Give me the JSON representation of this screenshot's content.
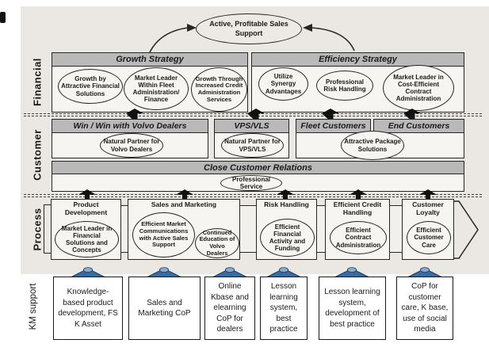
{
  "perspectives": {
    "financial": "Financial",
    "customer": "Customer",
    "process": "Process",
    "km": "KM support"
  },
  "goal": {
    "label": "Active, Profitable Sales Support"
  },
  "financial": {
    "growth": {
      "title": "Growth Strategy",
      "items": [
        "Growth by Attractive Financial Solutions",
        "Market Leader Within Fleet Administration/ Finance",
        "Growth Through Increased Credit Administration Services"
      ]
    },
    "efficiency": {
      "title": "Efficiency Strategy",
      "items": [
        "Utilize Synergy Advantages",
        "Professional Risk Handling",
        "Market Leader in Cost-Efficient Contract Administration"
      ]
    }
  },
  "customer": {
    "segments": [
      {
        "title": "Win / Win with Volvo Dealers",
        "item": "Natural Partner for Volvo Dealers"
      },
      {
        "title": "VPS/VLS",
        "item": "Natural Partner for VPS/VLS"
      },
      {
        "title": "Fleet Customers"
      },
      {
        "title": "End Customers"
      }
    ],
    "shared_item": "Attractive Package Solutions",
    "relations": {
      "title": "Close Customer Relations",
      "item": "Professional Service"
    }
  },
  "process": {
    "steps": [
      {
        "title": "Product Development",
        "items": [
          "Market Leader in Financial Solutions and Concepts"
        ]
      },
      {
        "title": "Sales and Marketing",
        "items": [
          "Efficient Market Communications with Active Sales Support",
          "Continued Education of Volvo Dealers"
        ]
      },
      {
        "title": "Risk Handling",
        "items": [
          "Efficient Financial Activity and Funding"
        ]
      },
      {
        "title": "Efficient Credit Handling",
        "items": [
          "Efficient Contract Administration"
        ]
      },
      {
        "title": "Customer Loyalty",
        "items": [
          "Efficient Customer Care"
        ]
      }
    ]
  },
  "km_support": {
    "items": [
      "Knowledge-based product development, FS K Asset",
      "Sales and Marketing CoP",
      "Online Kbase and elearning CoP for dealers",
      "Lesson learning system, best practice",
      "Lesson learning system, development of best practice",
      "CoP for customer care, K base, use of social media"
    ]
  },
  "colors": {
    "header_fill": "#b9b9b9",
    "scan_bg": "#ebe8e3",
    "arrow_blue": "#3a6a9e",
    "arrow_blue_dark": "#1d3d5f",
    "arrow_blue_light": "#8aacca",
    "ink": "#1a1a1a"
  }
}
